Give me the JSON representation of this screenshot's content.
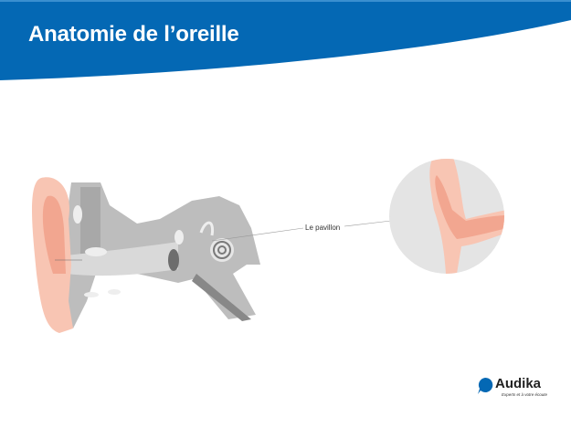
{
  "header": {
    "title": "Anatomie de l’oreille",
    "color": "#0468b4"
  },
  "diagram": {
    "callout_label": "Le pavillon",
    "highlight_color": "#f5b59f",
    "tissue_color": "#c9c9c9"
  },
  "brand": {
    "name": "Audika",
    "tagline": "Experts et à votre écoute",
    "color": "#0468b4"
  }
}
